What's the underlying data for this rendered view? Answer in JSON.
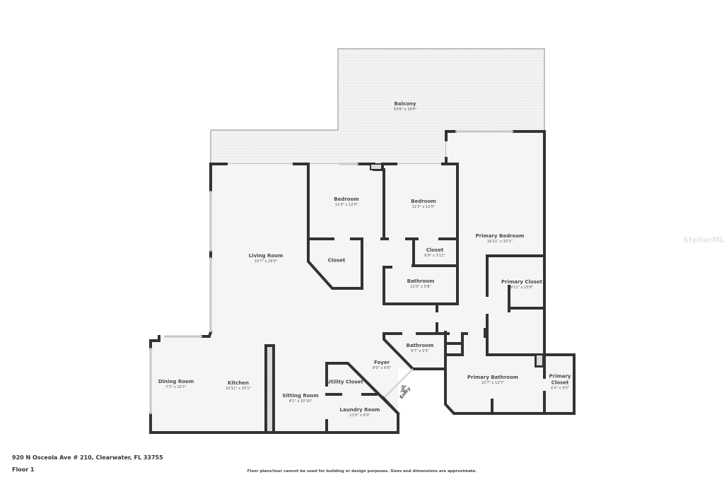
{
  "property": {
    "address": "920 N Osceola Ave # 210, Clearwater, FL 33755",
    "floor": "Floor 1",
    "disclaimer": "Floor plans/tour cannot be used for building or design purposes. Sizes and dimensions are approximate.",
    "watermark": "StellarMLS"
  },
  "rooms": {
    "balcony": {
      "name": "Balcony",
      "dim": "53'6\" x 18'4\""
    },
    "bedroom_1": {
      "name": "Bedroom",
      "dim": "11'9\" x 12'0\""
    },
    "bedroom_2": {
      "name": "Bedroom",
      "dim": "11'5\" x 12'0\""
    },
    "primary_bedroom": {
      "name": "Primary Bedroom",
      "dim": "16'11\" x 32'2\""
    },
    "living_room": {
      "name": "Living Room",
      "dim": "19'7\" x 29'0\""
    },
    "closet_1": {
      "name": "Closet",
      "dim": ""
    },
    "closet_2": {
      "name": "Closet",
      "dim": "6'9\" x 3'11\""
    },
    "bathroom_1": {
      "name": "Bathroom",
      "dim": "11'5\" x 5'8\""
    },
    "primary_closet_1": {
      "name": "Primary Closet",
      "dim": "8'11\" x 15'8\""
    },
    "bathroom_2": {
      "name": "Bathroom",
      "dim": "9'7\" x 5'5\""
    },
    "foyer": {
      "name": "Foyer",
      "dim": "8'0\" x 6'6\""
    },
    "dining_room": {
      "name": "Dining Room",
      "dim": "7'3\" x 15'1\""
    },
    "kitchen": {
      "name": "Kitchen",
      "dim": "10'11\" x 15'1\""
    },
    "utility_closet": {
      "name": "Utility Closet",
      "dim": ""
    },
    "sitting_room": {
      "name": "Sitting Room",
      "dim": "8'1\" x 10'10\""
    },
    "laundry_room": {
      "name": "Laundry Room",
      "dim": "11'0\" x 6'0\""
    },
    "primary_bathroom": {
      "name": "Primary Bathroom",
      "dim": "15'7\" x 12'7\""
    },
    "primary_closet_2": {
      "name": "Primary Closet",
      "dim": "4'4\" x 9'0\""
    }
  },
  "entry": {
    "label": "Entry"
  },
  "colors": {
    "wall": "#333333",
    "floor": "#f5f5f5",
    "balcony": "#efefef",
    "window": "#cfcfcf"
  }
}
